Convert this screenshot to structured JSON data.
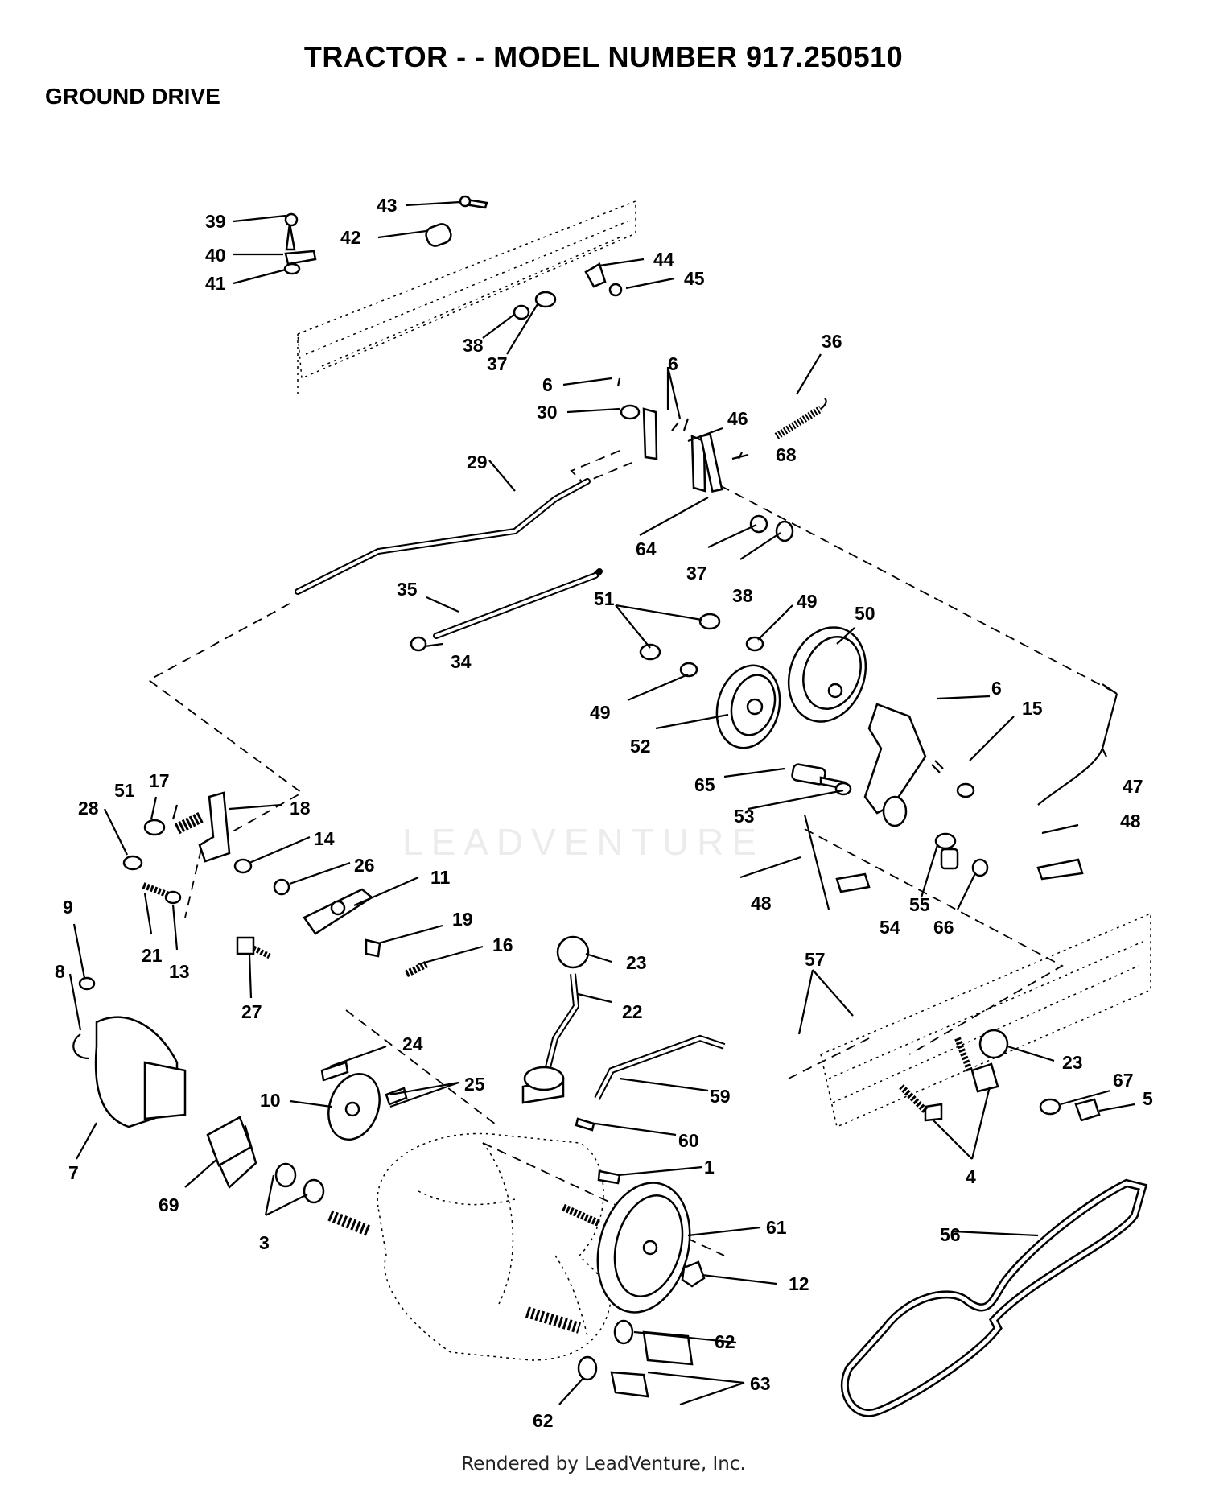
{
  "header": {
    "title": "TRACTOR - - MODEL NUMBER 917.250510",
    "section": "GROUND DRIVE"
  },
  "watermark": {
    "text": "LEADVENTURE"
  },
  "footer": {
    "credit": "Rendered by LeadVenture, Inc."
  },
  "callouts": {
    "c39": "39",
    "c40": "40",
    "c41": "41",
    "c42": "42",
    "c43": "43",
    "c44": "44",
    "c45": "45",
    "c38a": "38",
    "c37a": "37",
    "c36": "36",
    "c6a": "6",
    "c6b": "6",
    "c30": "30",
    "c46": "46",
    "c68": "68",
    "c29": "29",
    "c64": "64",
    "c37b": "37",
    "c38b": "38",
    "c35": "35",
    "c34": "34",
    "c51a": "51",
    "c49a": "49",
    "c50": "50",
    "c49b": "49",
    "c52": "52",
    "c6c": "6",
    "c15": "15",
    "c65": "65",
    "c53": "53",
    "c47": "47",
    "c48a": "48",
    "c48b": "48",
    "c54": "54",
    "c55": "55",
    "c66": "66",
    "c17": "17",
    "c51b": "51",
    "c28": "28",
    "c18": "18",
    "c14": "14",
    "c26": "26",
    "c11": "11",
    "c21": "21",
    "c13": "13",
    "c19": "19",
    "c16": "16",
    "c27": "27",
    "c9": "9",
    "c8": "8",
    "c7": "7",
    "c69": "69",
    "c3": "3",
    "c10": "10",
    "c24": "24",
    "c25": "25",
    "c23a": "23",
    "c22": "22",
    "c59": "59",
    "c60": "60",
    "c57": "57",
    "c23b": "23",
    "c67": "67",
    "c5": "5",
    "c4": "4",
    "c1": "1",
    "c61": "61",
    "c12": "12",
    "c56": "56",
    "c62a": "62",
    "c62b": "62",
    "c63": "63"
  }
}
